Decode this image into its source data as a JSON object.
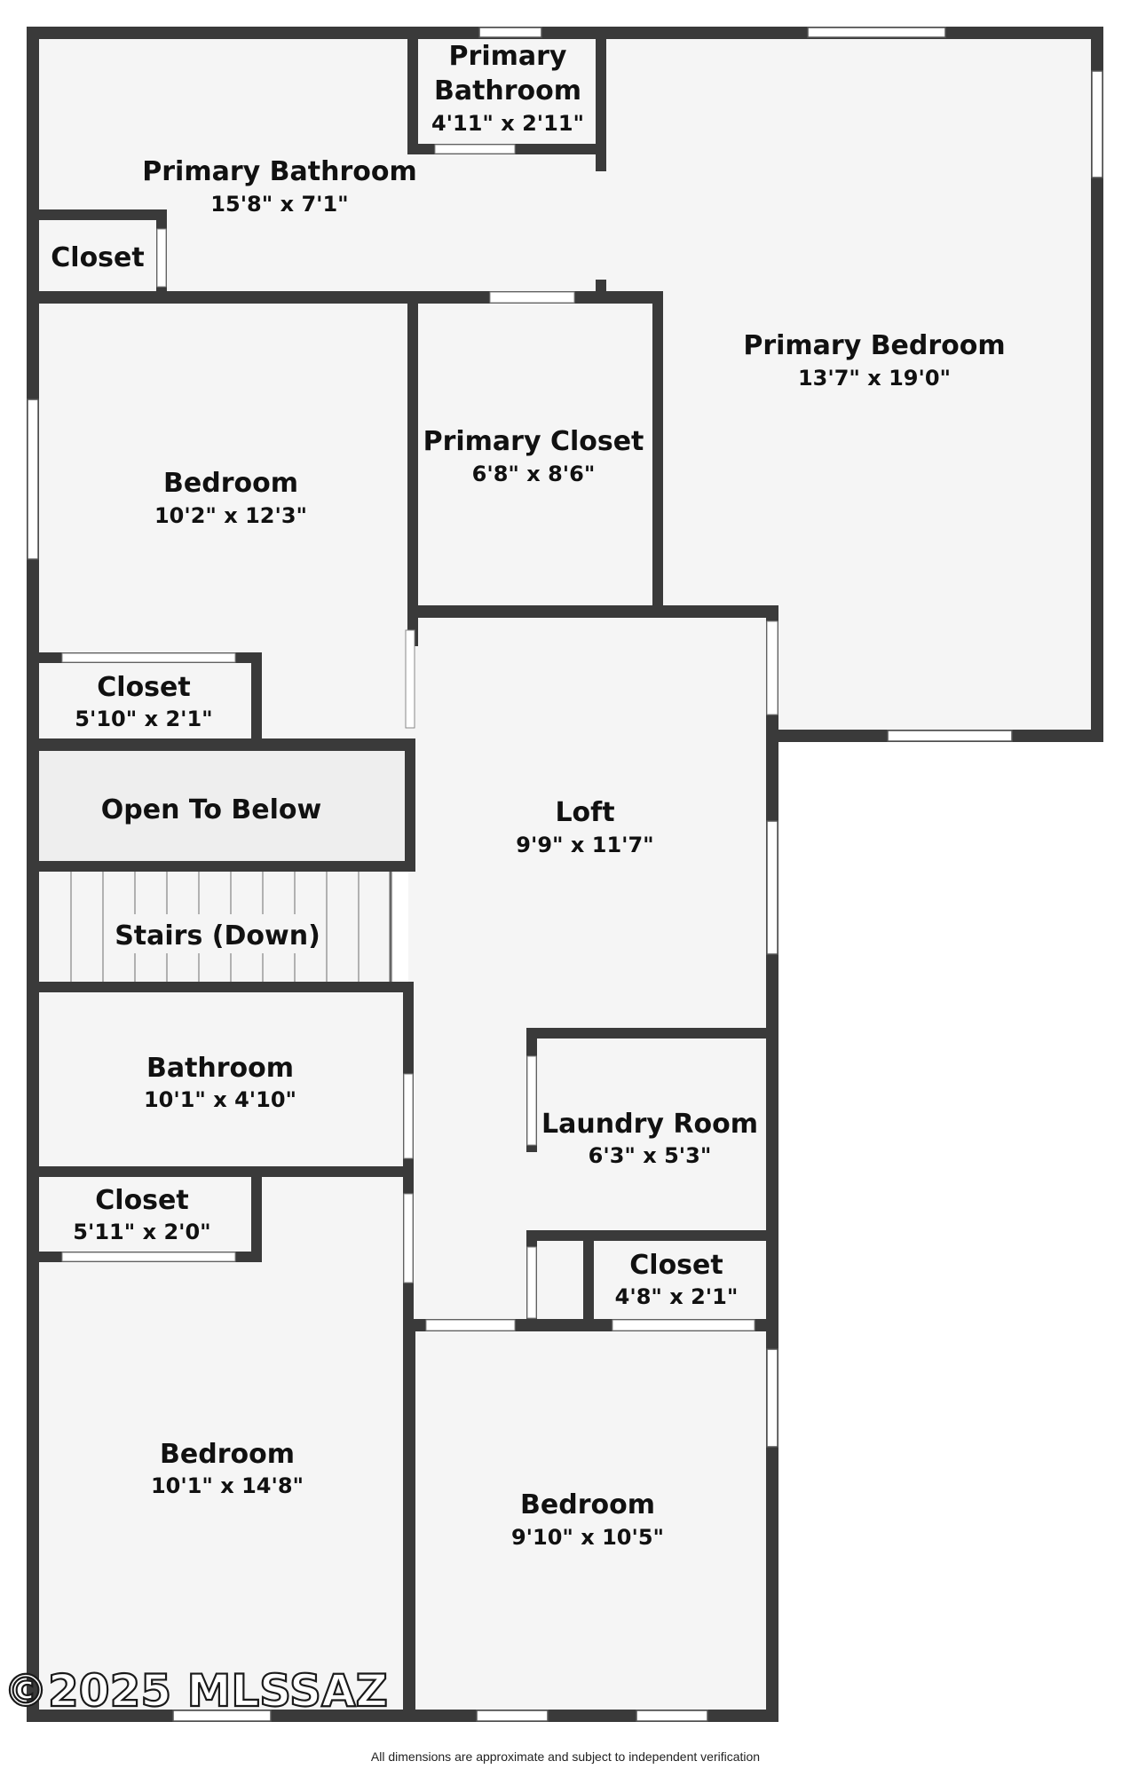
{
  "rooms": {
    "primary_bath_small": {
      "name_line1": "Primary",
      "name_line2": "Bathroom",
      "dims": "4'11\" x 2'11\""
    },
    "primary_bath": {
      "name": "Primary Bathroom",
      "dims": "15'8\" x 7'1\""
    },
    "closet_top": {
      "name": "Closet"
    },
    "primary_bedroom": {
      "name": "Primary Bedroom",
      "dims": "13'7\" x 19'0\""
    },
    "bedroom_1": {
      "name": "Bedroom",
      "dims": "10'2\" x 12'3\""
    },
    "primary_closet": {
      "name": "Primary Closet",
      "dims": "6'8\" x 8'6\""
    },
    "closet_2": {
      "name": "Closet",
      "dims": "5'10\" x 2'1\""
    },
    "open_to_below": {
      "name": "Open To Below"
    },
    "loft": {
      "name": "Loft",
      "dims": "9'9\" x 11'7\""
    },
    "stairs": {
      "name": "Stairs (Down)"
    },
    "bathroom": {
      "name": "Bathroom",
      "dims": "10'1\" x 4'10\""
    },
    "laundry": {
      "name": "Laundry Room",
      "dims": "6'3\" x 5'3\""
    },
    "closet_3": {
      "name": "Closet",
      "dims": "5'11\" x 2'0\""
    },
    "closet_4": {
      "name": "Closet",
      "dims": "4'8\" x 2'1\""
    },
    "bedroom_2": {
      "name": "Bedroom",
      "dims": "10'1\" x 14'8\""
    },
    "bedroom_3": {
      "name": "Bedroom",
      "dims": "9'10\" x 10'5\""
    }
  },
  "watermark": "©2025 MLSSAZ",
  "disclaimer": "All dimensions are approximate and subject to independent verification",
  "colors": {
    "wall": "#3a3a3a",
    "floor": "#f5f5f5",
    "open_area": "#eeeeee"
  }
}
